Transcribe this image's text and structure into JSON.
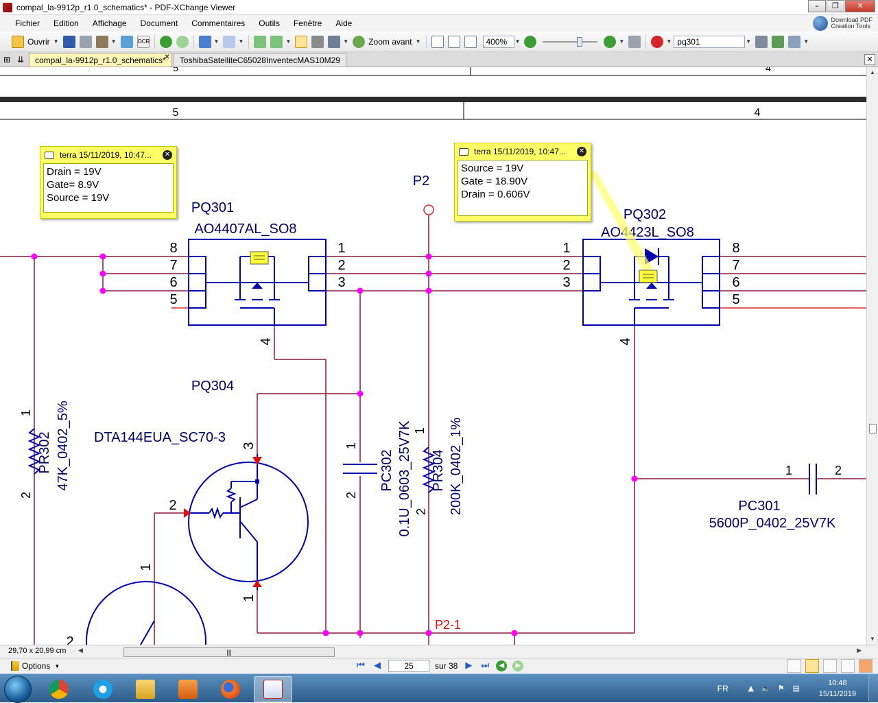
{
  "window": {
    "title": "compal_la-9912p_r1.0_schematics* - PDF-XChange Viewer"
  },
  "menu": [
    "Fichier",
    "Edition",
    "Affichage",
    "Document",
    "Commentaires",
    "Outils",
    "Fenêtre",
    "Aide"
  ],
  "download_pdf": {
    "line1": "Download PDF",
    "line2": "Creation Tools"
  },
  "toolbar": {
    "open_label": "Ouvrir",
    "ocr_label": "OCR",
    "zoom_in_label": "Zoom avant",
    "zoom_value": "400%",
    "search_value": "pq301"
  },
  "tabs": [
    {
      "label": "compal_la-9912p_r1.0_schematics*",
      "active": true
    },
    {
      "label": "ToshibaSatelliteC65028InventecMAS10M29",
      "active": false
    }
  ],
  "schematic": {
    "frame_col_left": "5",
    "frame_col_right": "4",
    "top_partial_left": "5",
    "top_partial_right": "4",
    "pq301": {
      "ref": "PQ301",
      "part": "AO4407AL_SO8",
      "pins_left": [
        "8",
        "7",
        "6",
        "5"
      ],
      "pins_right": [
        "1",
        "2",
        "3"
      ],
      "pin_gate": "4"
    },
    "pq302": {
      "ref": "PQ302",
      "part": "AO4423L_SO8",
      "pins_left": [
        "1",
        "2",
        "3"
      ],
      "pins_right": [
        "8",
        "7",
        "6",
        "5"
      ],
      "pin_gate": "4"
    },
    "p2_label": "P2",
    "p2_1_label": "P2-1",
    "pq304": {
      "ref": "PQ304",
      "part": "DTA144EUA_SC70-3",
      "pin1": "1",
      "pin2": "2",
      "pin3": "3"
    },
    "lower_transistor": {
      "pin1": "1",
      "pin2": "2"
    },
    "pr302": {
      "ref": "PR302",
      "value": "47K_0402_5%",
      "pin1": "1",
      "pin2": "2"
    },
    "pc302": {
      "ref": "PC302",
      "value": "0.1U_0603_25V7K",
      "pin1": "1",
      "pin2": "2"
    },
    "pr304": {
      "ref": "PR304",
      "value": "200K_0402_1%",
      "pin1": "1",
      "pin2": "2"
    },
    "pc301": {
      "ref": "PC301",
      "value": "5600P_0402_25V7K",
      "pin1": "1",
      "pin2": "2"
    }
  },
  "notes": [
    {
      "header": "terra 15/11/2019, 10:47...",
      "lines": [
        "Drain = 19V",
        "Gate= 8.9V",
        "Source = 19V"
      ]
    },
    {
      "header": "terra 15/11/2019, 10:47...",
      "lines": [
        "Source = 19V",
        "Gate = 18.90V",
        "Drain = 0.606V"
      ]
    }
  ],
  "status": {
    "page_size": "29,70 x 20,99 cm",
    "options_label": "Options",
    "current_page": "25",
    "page_of": "sur 38"
  },
  "taskbar": {
    "language": "FR",
    "time": "10:48",
    "date": "15/11/2019"
  },
  "colors": {
    "wire": "#8b1a3a",
    "component": "#0000b0",
    "junction": "#ff00ff",
    "note": "#ffff66",
    "active_tab": "#fff6b8"
  }
}
